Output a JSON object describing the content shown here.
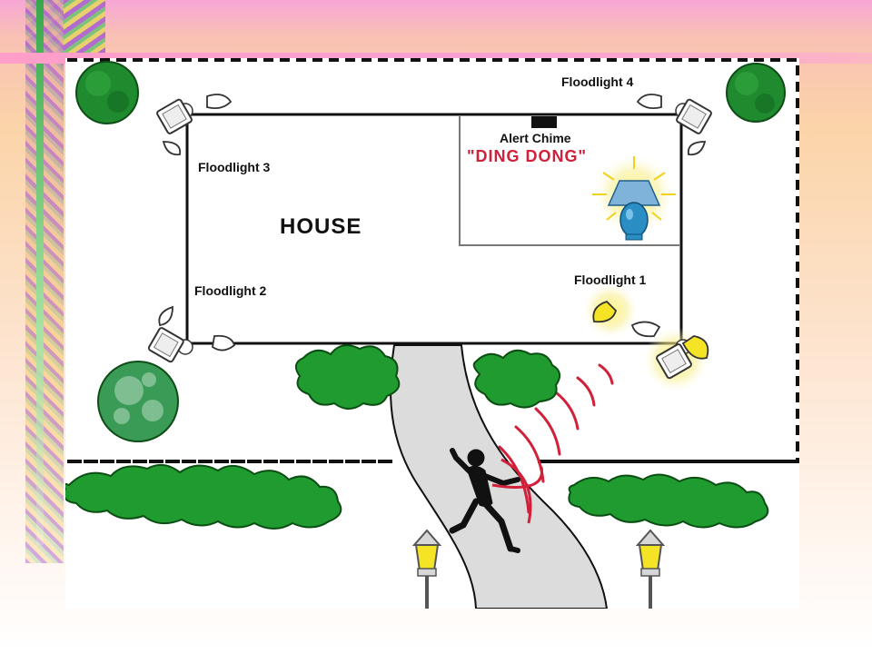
{
  "diagram": {
    "house_label": "HOUSE",
    "alert_chime_label": "Alert Chime",
    "alert_sound_label": "\"DING DONG\"",
    "floodlights": [
      {
        "id": 1,
        "label": "Floodlight 1",
        "state": "on"
      },
      {
        "id": 2,
        "label": "Floodlight 2",
        "state": "off"
      },
      {
        "id": 3,
        "label": "Floodlight 3",
        "state": "off"
      },
      {
        "id": 4,
        "label": "Floodlight 4",
        "state": "off"
      }
    ],
    "colors": {
      "bush": "#1f9b2f",
      "tree": "#1f8a2e",
      "path": "#d9d9d9",
      "alert_text": "#d1203a",
      "signal": "#d1203a",
      "lamp_shade": "#7fb3d9",
      "lamp_base": "#2a8ec4",
      "glow": "#f7e43c"
    }
  }
}
